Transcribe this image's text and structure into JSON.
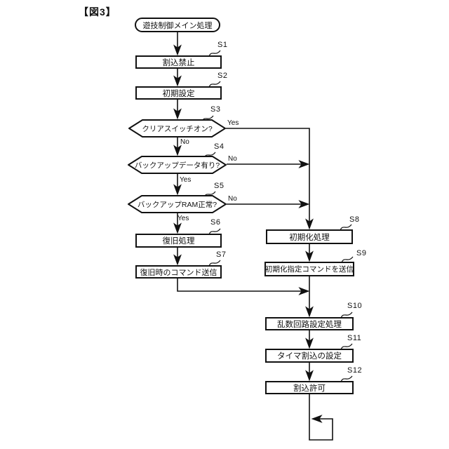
{
  "figure": {
    "title": "【図3】"
  },
  "flowchart": {
    "start": {
      "label": "遊技制御メイン処理"
    },
    "steps": [
      {
        "id": "S1",
        "label": "割込禁止",
        "type": "process"
      },
      {
        "id": "S2",
        "label": "初期設定",
        "type": "process"
      },
      {
        "id": "S3",
        "label": "クリアスイッチオン?",
        "type": "decision",
        "yes": "Yes",
        "no": "No"
      },
      {
        "id": "S4",
        "label": "バックアップデータ有り?",
        "type": "decision",
        "yes": "Yes",
        "no": "No"
      },
      {
        "id": "S5",
        "label": "バックアップRAM正常?",
        "type": "decision",
        "yes": "Yes",
        "no": "No"
      },
      {
        "id": "S6",
        "label": "復旧処理",
        "type": "process"
      },
      {
        "id": "S7",
        "label": "復旧時のコマンド送信",
        "type": "process"
      },
      {
        "id": "S8",
        "label": "初期化処理",
        "type": "process"
      },
      {
        "id": "S9",
        "label": "初期化指定コマンドを送信",
        "type": "process"
      },
      {
        "id": "S10",
        "label": "乱数回路設定処理",
        "type": "process"
      },
      {
        "id": "S11",
        "label": "タイマ割込の設定",
        "type": "process"
      },
      {
        "id": "S12",
        "label": "割込許可",
        "type": "process"
      }
    ]
  },
  "colors": {
    "line": "#111111",
    "background": "#ffffff"
  }
}
